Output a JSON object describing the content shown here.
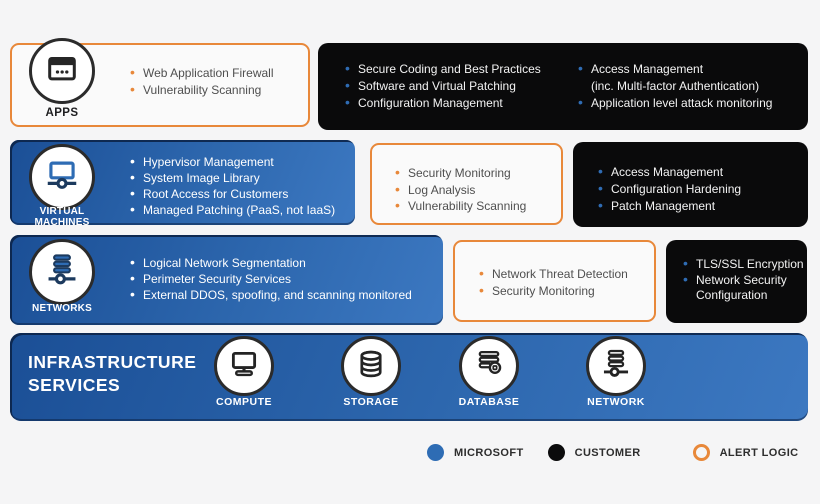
{
  "palette": {
    "microsoft_blue": "#2e6cb4",
    "customer_black": "#0b0b0c",
    "alert_logic_orange": "#e8883a"
  },
  "rows": {
    "apps": {
      "label": "APPS",
      "alert_items": [
        "Web Application Firewall",
        "Vulnerability Scanning"
      ],
      "customer_col1": [
        "Secure Coding and Best Practices",
        "Software and Virtual Patching",
        "Configuration Management"
      ],
      "customer_col2": [
        "Access Management\n(inc. Multi-factor Authentication)",
        "Application level attack monitoring"
      ]
    },
    "virtual_machines": {
      "label": "VIRTUAL MACHINES",
      "microsoft_items": [
        "Hypervisor Management",
        "System Image Library",
        "Root Access for Customers",
        "Managed Patching (PaaS, not IaaS)"
      ],
      "alert_items": [
        "Security Monitoring",
        "Log Analysis",
        "Vulnerability Scanning"
      ],
      "customer_items": [
        "Access Management",
        "Configuration Hardening",
        "Patch Management"
      ]
    },
    "networks": {
      "label": "NETWORKS",
      "microsoft_items": [
        "Logical Network Segmentation",
        "Perimeter Security Services",
        "External DDOS, spoofing, and scanning monitored"
      ],
      "alert_items": [
        "Network Threat Detection",
        "Security Monitoring"
      ],
      "customer_items": [
        "TLS/SSL Encryption",
        "Network Security\nConfiguration"
      ]
    }
  },
  "infrastructure": {
    "title": "INFRASTRUCTURE\nSERVICES",
    "services": [
      {
        "label": "COMPUTE"
      },
      {
        "label": "STORAGE"
      },
      {
        "label": "DATABASE"
      },
      {
        "label": "NETWORK"
      }
    ]
  },
  "legend": {
    "items": [
      {
        "label": "MICROSOFT",
        "color": "#2e6cb4",
        "style": "filled"
      },
      {
        "label": "CUSTOMER",
        "color": "#0b0b0c",
        "style": "filled"
      },
      {
        "label": "ALERT LOGIC",
        "color": "#e8883a",
        "style": "outline"
      }
    ]
  }
}
